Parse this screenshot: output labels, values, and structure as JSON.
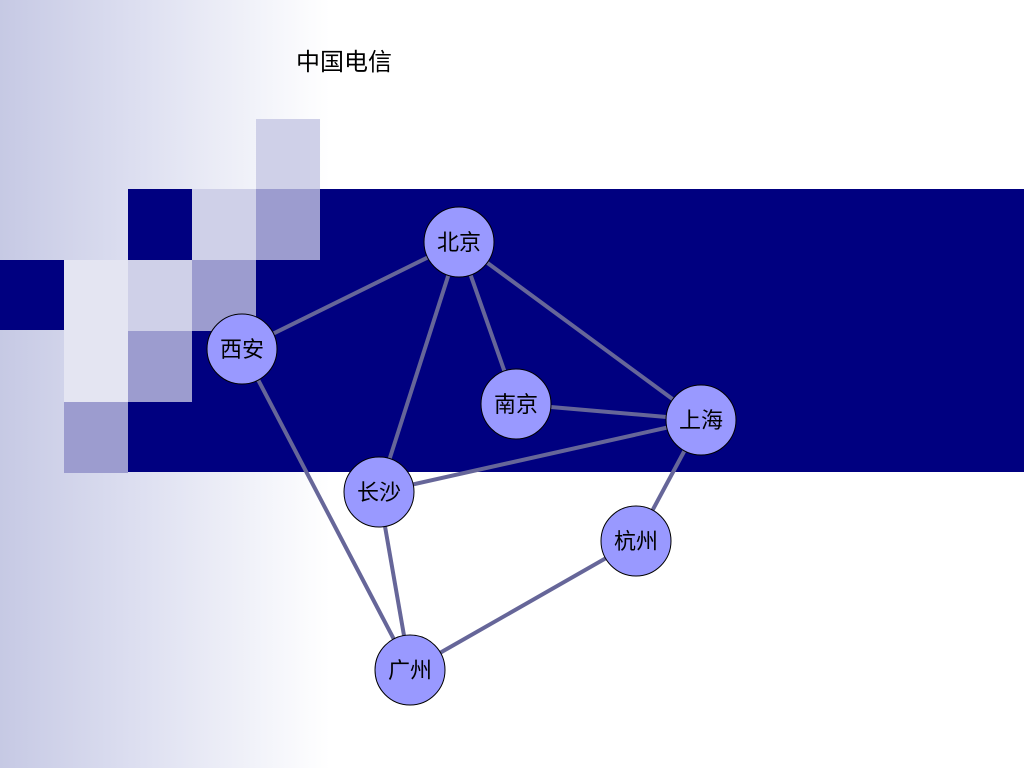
{
  "title": "中国电信",
  "nodes": {
    "beijing": "北京",
    "xian": "西安",
    "nanjing": "南京",
    "shanghai": "上海",
    "changsha": "长沙",
    "hangzhou": "杭州",
    "guangzhou": "广州"
  },
  "colors": {
    "node_fill": "#9999ff",
    "edge": "#666699",
    "band": "#000080"
  }
}
